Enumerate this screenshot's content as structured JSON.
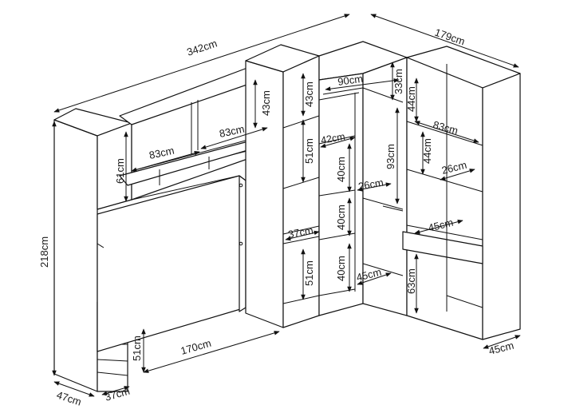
{
  "dimensions": {
    "total_width": "342cm",
    "side_width": "179cm",
    "height": "218cm",
    "depth_left": "47cm",
    "desk_depth_left": "37cm",
    "depth_right": "45cm",
    "top_shelf_left": "83cm",
    "top_shelf_right": "83cm",
    "niche_left": "61cm",
    "niche_right": "43cm",
    "bed_width": "170cm",
    "bed_height": "51cm",
    "tower_top": "43cm",
    "tower_mid": "51cm",
    "tower_drawer": "37cm",
    "tower_bottom": "51cm",
    "corner_top": "90cm",
    "corner_top_h": "33cm",
    "corner_small": "42cm",
    "corner_40a": "40cm",
    "corner_40b": "40cm",
    "corner_40c": "40cm",
    "corner_26": "26cm",
    "corner_93": "93cm",
    "corner_45": "45cm",
    "right_44a": "44cm",
    "right_83": "83cm",
    "right_44b": "44cm",
    "right_26": "26cm",
    "right_desk": "45cm",
    "right_63": "63cm"
  }
}
